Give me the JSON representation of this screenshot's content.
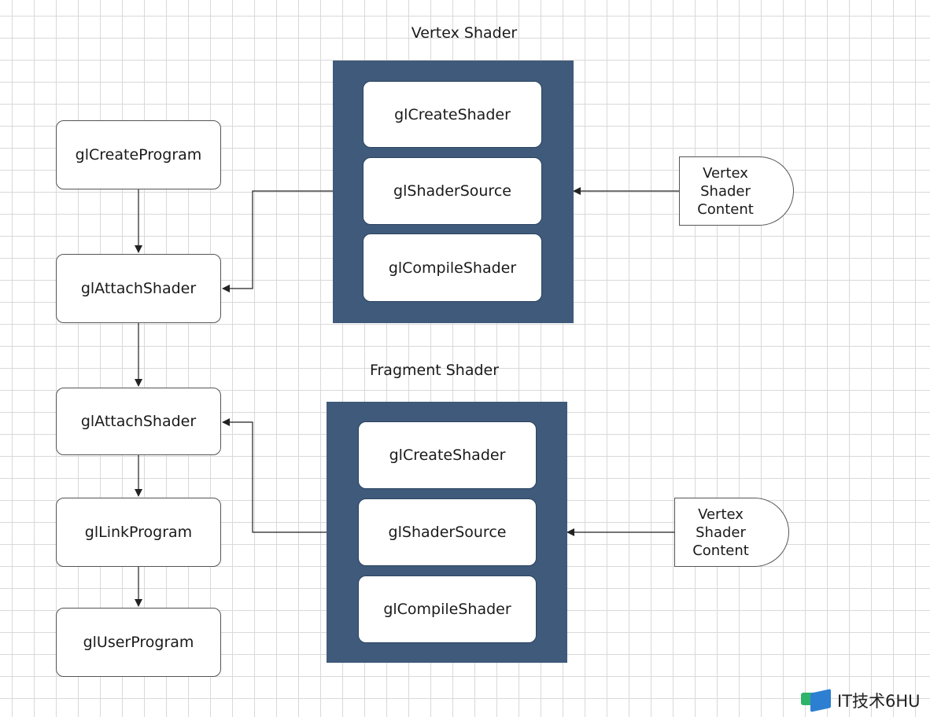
{
  "program_steps": [
    {
      "label": "glCreateProgram"
    },
    {
      "label": "glAttachShader"
    },
    {
      "label": "glAttachShader"
    },
    {
      "label": "glLinkProgram"
    },
    {
      "label": "glUserProgram"
    }
  ],
  "vertex_group": {
    "title": "Vertex Shader",
    "steps": [
      "glCreateShader",
      "glShaderSource",
      "glCompileShader"
    ]
  },
  "fragment_group": {
    "title": "Fragment Shader",
    "steps": [
      "glCreateShader",
      "glShaderSource",
      "glCompileShader"
    ]
  },
  "inputs": [
    {
      "lines": [
        "Vertex",
        "Shader",
        "Content"
      ]
    },
    {
      "lines": [
        "Vertex",
        "Shader",
        "Content"
      ]
    }
  ],
  "colors": {
    "group_fill": "#3f5a7a",
    "node_fill": "#ffffff",
    "connector": "#222222"
  },
  "watermark": {
    "text": "IT技术6HU"
  }
}
